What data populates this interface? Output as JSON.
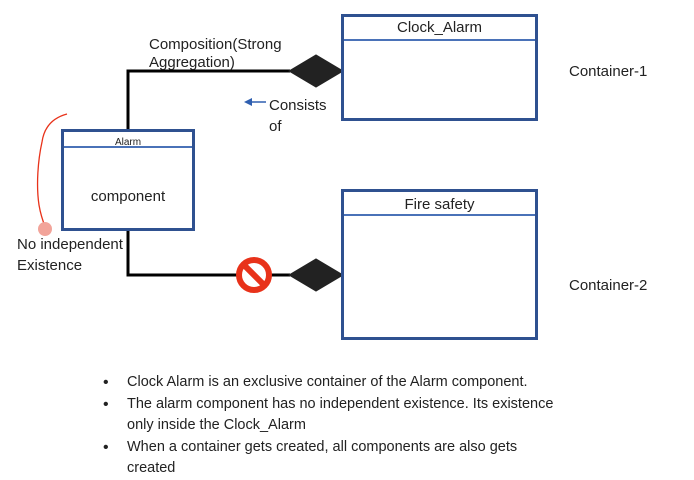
{
  "clock_alarm_box": {
    "title": "Clock_Alarm"
  },
  "fire_safety_box": {
    "title": "Fire safety"
  },
  "alarm_box": {
    "title": "Alarm",
    "body": "component"
  },
  "labels": {
    "composition_line1": "Composition(Strong",
    "composition_line2": "Aggregation)",
    "consists_line1": "Consists",
    "consists_line2": "of",
    "no_independent_line1": "No independent",
    "no_independent_line2": "Existence",
    "container1": "Container-1",
    "container2": "Container-2"
  },
  "bullets": [
    {
      "line1": "Clock Alarm is an exclusive container of the Alarm component."
    },
    {
      "line1": "The alarm component has no independent existence. Its existence",
      "line2": "only inside the Clock_Alarm"
    },
    {
      "line1": "When a container gets created, all components are also gets",
      "line2": "created"
    }
  ],
  "colors": {
    "box_border": "#2f5190",
    "connector": "#000000",
    "diamond": "#222222",
    "prohibit": "#e8321a",
    "annotation": "#e8321a",
    "arrow": "#2f5fb0"
  }
}
